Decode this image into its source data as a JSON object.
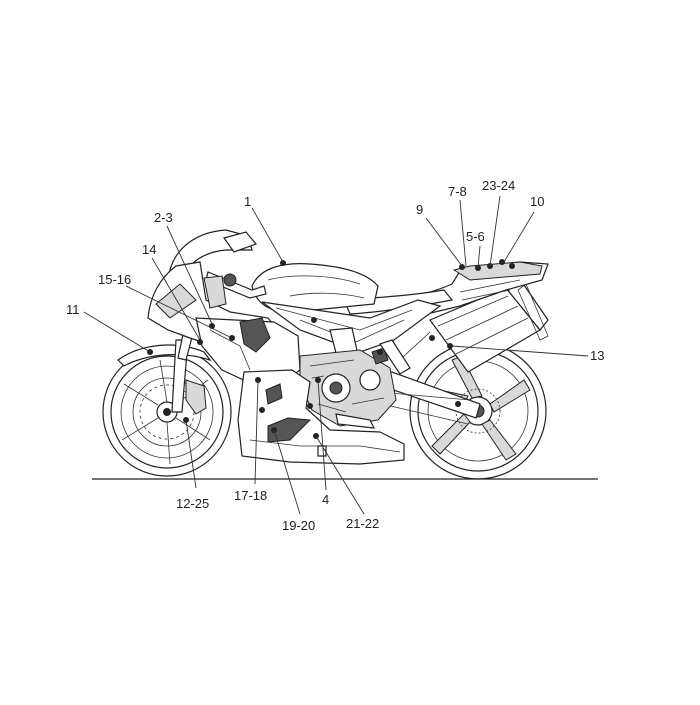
{
  "labels": {
    "l1": "1",
    "l2_3": "2-3",
    "l14": "14",
    "l15_16": "15-16",
    "l11": "11",
    "l9": "9",
    "l7_8": "7-8",
    "l23_24": "23-24",
    "l10": "10",
    "l5_6": "5-6",
    "l13": "13",
    "l12_25": "12-25",
    "l17_18": "17-18",
    "l4": "4",
    "l19_20": "19-20",
    "l21_22": "21-22"
  }
}
